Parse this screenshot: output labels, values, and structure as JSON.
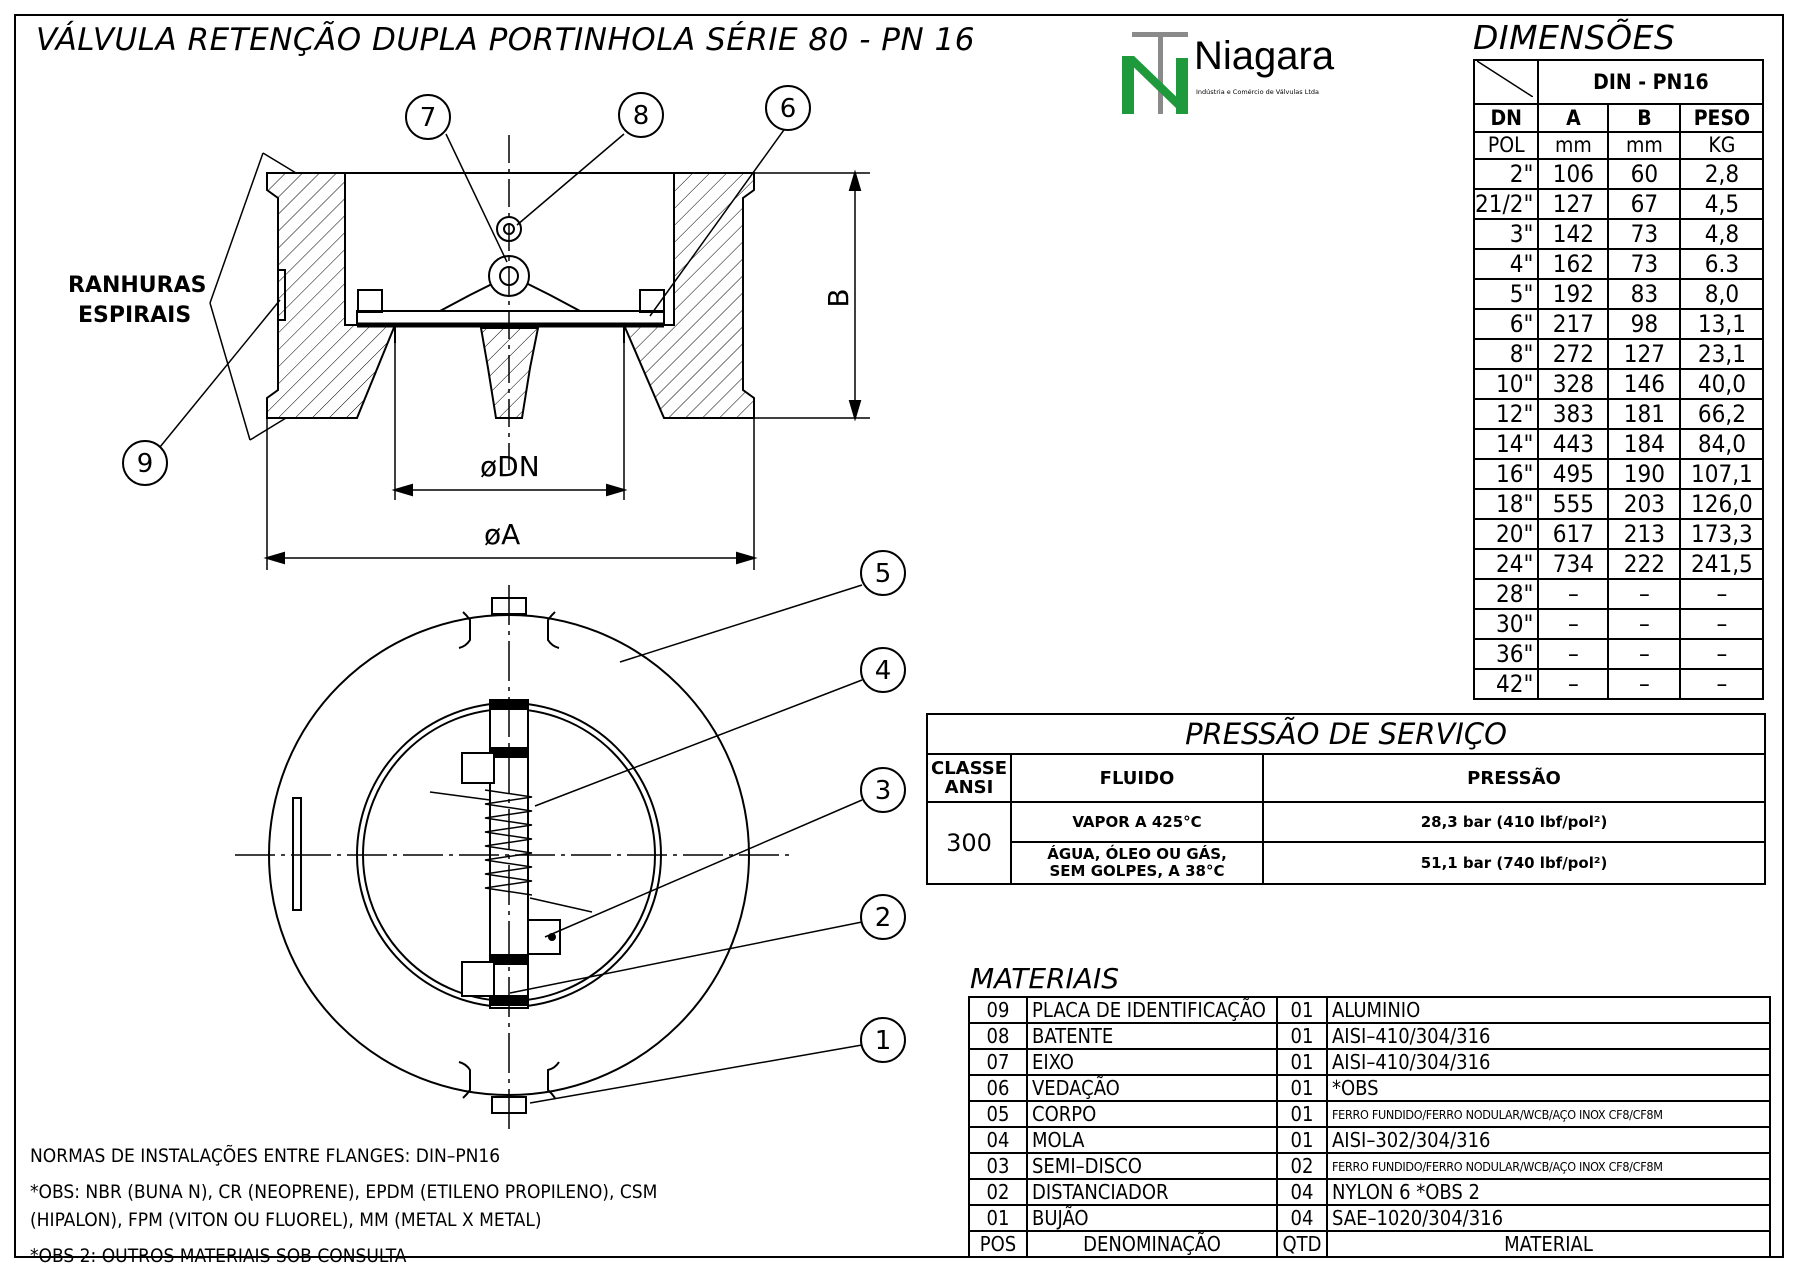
{
  "title": "VÁLVULA RETENÇÃO DUPLA PORTINHOLA SÉRIE 80 - PN 16",
  "brand": {
    "name": "Niagara",
    "subtitle": "Indústria e Comércio de Válvulas Ltda",
    "green": "#1e9a3c",
    "gray": "#8a8a8a"
  },
  "drawing": {
    "ranhuras_line1": "RANHURAS",
    "ranhuras_line2": "ESPIRAIS",
    "dim_b": "B",
    "dim_dn": "øDN",
    "dim_a": "øA",
    "balloons": [
      "1",
      "2",
      "3",
      "4",
      "5",
      "6",
      "7",
      "8",
      "9"
    ]
  },
  "dimensions": {
    "title": "DIMENSÕES",
    "standard": "DIN - PN16",
    "headers": [
      "DN",
      "A",
      "B",
      "PESO"
    ],
    "units": [
      "POL",
      "mm",
      "mm",
      "KG"
    ],
    "rows": [
      [
        "2\"",
        "106",
        "60",
        "2,8"
      ],
      [
        "21/2\"",
        "127",
        "67",
        "4,5"
      ],
      [
        "3\"",
        "142",
        "73",
        "4,8"
      ],
      [
        "4\"",
        "162",
        "73",
        "6.3"
      ],
      [
        "5\"",
        "192",
        "83",
        "8,0"
      ],
      [
        "6\"",
        "217",
        "98",
        "13,1"
      ],
      [
        "8\"",
        "272",
        "127",
        "23,1"
      ],
      [
        "10\"",
        "328",
        "146",
        "40,0"
      ],
      [
        "12\"",
        "383",
        "181",
        "66,2"
      ],
      [
        "14\"",
        "443",
        "184",
        "84,0"
      ],
      [
        "16\"",
        "495",
        "190",
        "107,1"
      ],
      [
        "18\"",
        "555",
        "203",
        "126,0"
      ],
      [
        "20\"",
        "617",
        "213",
        "173,3"
      ],
      [
        "24\"",
        "734",
        "222",
        "241,5"
      ],
      [
        "28\"",
        "–",
        "–",
        "–"
      ],
      [
        "30\"",
        "–",
        "–",
        "–"
      ],
      [
        "36\"",
        "–",
        "–",
        "–"
      ],
      [
        "42\"",
        "–",
        "–",
        "–"
      ]
    ]
  },
  "pressure": {
    "title": "PRESSÃO DE SERVIÇO",
    "h_classe": "CLASSE ANSI",
    "h_fluido": "FLUIDO",
    "h_pressao": "PRESSÃO",
    "classe": "300",
    "rows": [
      {
        "fluido": "VAPOR A 425°C",
        "pressao": "28,3 bar (410 lbf/pol²)"
      },
      {
        "fluido": "ÁGUA, ÓLEO OU GÁS, SEM GOLPES, A 38°C",
        "pressao": "51,1 bar (740 lbf/pol²)"
      }
    ]
  },
  "materials": {
    "title": "MATERIAIS",
    "rows": [
      {
        "pos": "09",
        "den": "PLACA DE IDENTIFICAÇÃO",
        "qtd": "01",
        "mat": "ALUMINIO"
      },
      {
        "pos": "08",
        "den": "BATENTE",
        "qtd": "01",
        "mat": "AISI–410/304/316"
      },
      {
        "pos": "07",
        "den": "EIXO",
        "qtd": "01",
        "mat": "AISI–410/304/316"
      },
      {
        "pos": "06",
        "den": "VEDAÇÃO",
        "qtd": "01",
        "mat": "*OBS"
      },
      {
        "pos": "05",
        "den": "CORPO",
        "qtd": "01",
        "mat": "FERRO FUNDIDO/FERRO NODULAR/WCB/AÇO INOX CF8/CF8M"
      },
      {
        "pos": "04",
        "den": "MOLA",
        "qtd": "01",
        "mat": "AISI–302/304/316"
      },
      {
        "pos": "03",
        "den": "SEMI–DISCO",
        "qtd": "02",
        "mat": "FERRO FUNDIDO/FERRO NODULAR/WCB/AÇO INOX CF8/CF8M"
      },
      {
        "pos": "02",
        "den": "DISTANCIADOR",
        "qtd": "04",
        "mat": "NYLON 6 *OBS 2"
      },
      {
        "pos": "01",
        "den": "BUJÃO",
        "qtd": "04",
        "mat": "SAE–1020/304/316"
      }
    ],
    "footer": {
      "pos": "POS",
      "den": "DENOMINAÇÃO",
      "qtd": "QTD",
      "mat": "MATERIAL"
    }
  },
  "notes": [
    "NORMAS DE INSTALAÇÕES ENTRE FLANGES: DIN–PN16",
    "*OBS: NBR (BUNA N), CR (NEOPRENE), EPDM (ETILENO PROPILENO), CSM",
    "(HIPALON), FPM (VITON OU FLUOREL), MM (METAL X METAL)",
    "*OBS 2: OUTROS MATERIAIS SOB CONSULTA"
  ]
}
